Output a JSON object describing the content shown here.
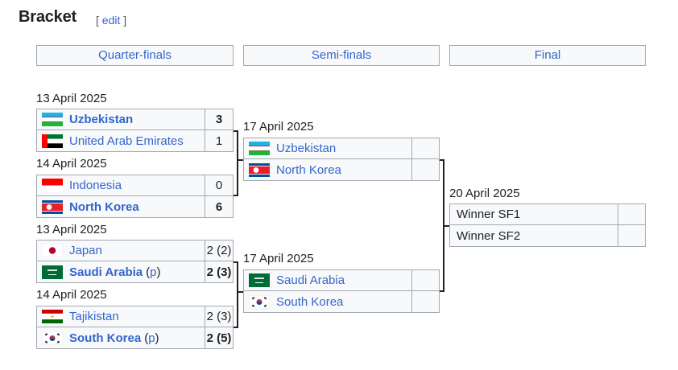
{
  "heading": "Bracket",
  "edit": {
    "open": "[",
    "label": "edit",
    "close": "]"
  },
  "rounds": [
    "Quarter-finals",
    "Semi-finals",
    "Final"
  ],
  "qf": [
    {
      "date": "13 April 2025",
      "teams": [
        {
          "name": "Uzbekistan",
          "score": "3",
          "winner": true,
          "flag": "uzbekistan-flag"
        },
        {
          "name": "United Arab Emirates",
          "score": "1",
          "winner": false,
          "flag": "uae-flag"
        }
      ]
    },
    {
      "date": "14 April 2025",
      "teams": [
        {
          "name": "Indonesia",
          "score": "0",
          "winner": false,
          "flag": "indonesia-flag"
        },
        {
          "name": "North Korea",
          "score": "6",
          "winner": true,
          "flag": "north-korea-flag"
        }
      ]
    },
    {
      "date": "13 April 2025",
      "teams": [
        {
          "name": "Japan",
          "score": "2 (2)",
          "winner": false,
          "flag": "japan-flag"
        },
        {
          "name": "Saudi Arabia",
          "score": "2 (3)",
          "winner": true,
          "pen": "p",
          "flag": "saudi-arabia-flag"
        }
      ]
    },
    {
      "date": "14 April 2025",
      "teams": [
        {
          "name": "Tajikistan",
          "score": "2 (3)",
          "winner": false,
          "flag": "tajikistan-flag"
        },
        {
          "name": "South Korea",
          "score": "2 (5)",
          "winner": true,
          "pen": "p",
          "flag": "south-korea-flag"
        }
      ]
    }
  ],
  "sf": [
    {
      "date": "17 April 2025",
      "teams": [
        {
          "name": "Uzbekistan",
          "score": "",
          "flag": "uzbekistan-flag"
        },
        {
          "name": "North Korea",
          "score": "",
          "flag": "north-korea-flag"
        }
      ]
    },
    {
      "date": "17 April 2025",
      "teams": [
        {
          "name": "Saudi Arabia",
          "score": "",
          "flag": "saudi-arabia-flag"
        },
        {
          "name": "South Korea",
          "score": "",
          "flag": "south-korea-flag"
        }
      ]
    }
  ],
  "final": {
    "date": "20 April 2025",
    "teams": [
      {
        "name": "Winner SF1",
        "score": ""
      },
      {
        "name": "Winner SF2",
        "score": ""
      }
    ]
  }
}
